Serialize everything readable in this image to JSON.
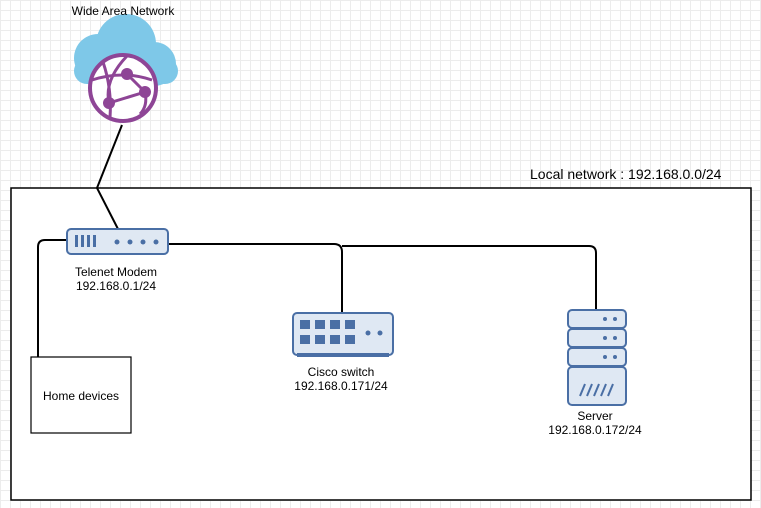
{
  "diagram": {
    "wan": {
      "label": "Wide Area Network"
    },
    "local_network": {
      "label": "Local network : 192.168.0.0/24"
    },
    "nodes": {
      "modem": {
        "name": "Telenet Modem",
        "ip": "192.168.0.1/24"
      },
      "switch": {
        "name": "Cisco switch",
        "ip": "192.168.0.171/24"
      },
      "server": {
        "name": "Server",
        "ip": "192.168.0.172/24"
      },
      "home": {
        "name": "Home devices"
      }
    },
    "colors": {
      "cloud": "#7ec8e8",
      "globe": "#8e4596",
      "device_fill": "#dfe8f3",
      "device_stroke": "#4a6fa5",
      "line": "#000000"
    }
  }
}
